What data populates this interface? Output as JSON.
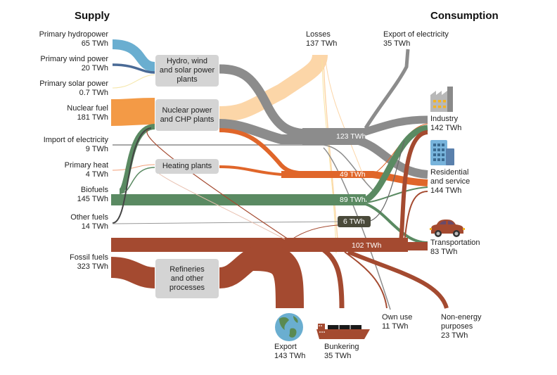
{
  "headers": {
    "supply": "Supply",
    "consumption": "Consumption"
  },
  "colors": {
    "hydro": "#6aaed0",
    "wind": "#4a6a96",
    "solar": "#f5e6a8",
    "nuclear": "#f39a46",
    "electricity": "#8c8c8c",
    "heat": "#e0662a",
    "biofuel": "#5a8a62",
    "other": "#444444",
    "fossil": "#a44a30",
    "losses": "#fcd6a8",
    "node": "#d4d4d4"
  },
  "supply": [
    {
      "id": "hydro",
      "name": "Primary hydropower",
      "value": "65 TWh"
    },
    {
      "id": "wind",
      "name": "Primary wind power",
      "value": "20 TWh"
    },
    {
      "id": "solar",
      "name": "Primary solar power",
      "value": "0.7 TWh"
    },
    {
      "id": "nuclear",
      "name": "Nuclear fuel",
      "value": "181 TWh"
    },
    {
      "id": "import",
      "name": "Import of electricity",
      "value": "9 TWh"
    },
    {
      "id": "heat",
      "name": "Primary heat",
      "value": "4 TWh"
    },
    {
      "id": "biofuels",
      "name": "Biofuels",
      "value": "145 TWh"
    },
    {
      "id": "other",
      "name": "Other fuels",
      "value": "14 TWh"
    },
    {
      "id": "fossil",
      "name": "Fossil fuels",
      "value": "323 TWh"
    }
  ],
  "nodes": {
    "hws": [
      "Hydro, wind",
      "and solar power",
      "plants"
    ],
    "nuclear": [
      "Nuclear power",
      "and CHP plants"
    ],
    "heating": [
      "Heating plants"
    ],
    "refineries": [
      "Refineries",
      "and other",
      "processes"
    ]
  },
  "flow_labels": {
    "electricity": "123 TWh",
    "heat": "49 TWh",
    "biofuel": "89 TWh",
    "other": "6 TWh",
    "fossil": "102 TWh"
  },
  "consumption": {
    "losses": {
      "name": "Losses",
      "value": "137 TWh"
    },
    "export_electricity": {
      "name": "Export of electricity",
      "value": "35 TWh"
    },
    "industry": {
      "name": "Industry",
      "value": "142 TWh"
    },
    "residential": {
      "name": [
        "Residential",
        "and service"
      ],
      "value": "144 TWh"
    },
    "transportation": {
      "name": "Transportation",
      "value": "83 TWh"
    },
    "export": {
      "name": "Export",
      "value": "143 TWh"
    },
    "bunkering": {
      "name": "Bunkering",
      "value": "35 TWh"
    },
    "own_use": {
      "name": "Own use",
      "value": "11 TWh"
    },
    "non_energy": {
      "name": [
        "Non-energy",
        "purposes"
      ],
      "value": "23 TWh"
    }
  },
  "icons": {
    "industry": "factory-icon",
    "residential": "building-icon",
    "transportation": "car-icon",
    "export": "globe-icon",
    "bunkering": "ship-icon"
  }
}
